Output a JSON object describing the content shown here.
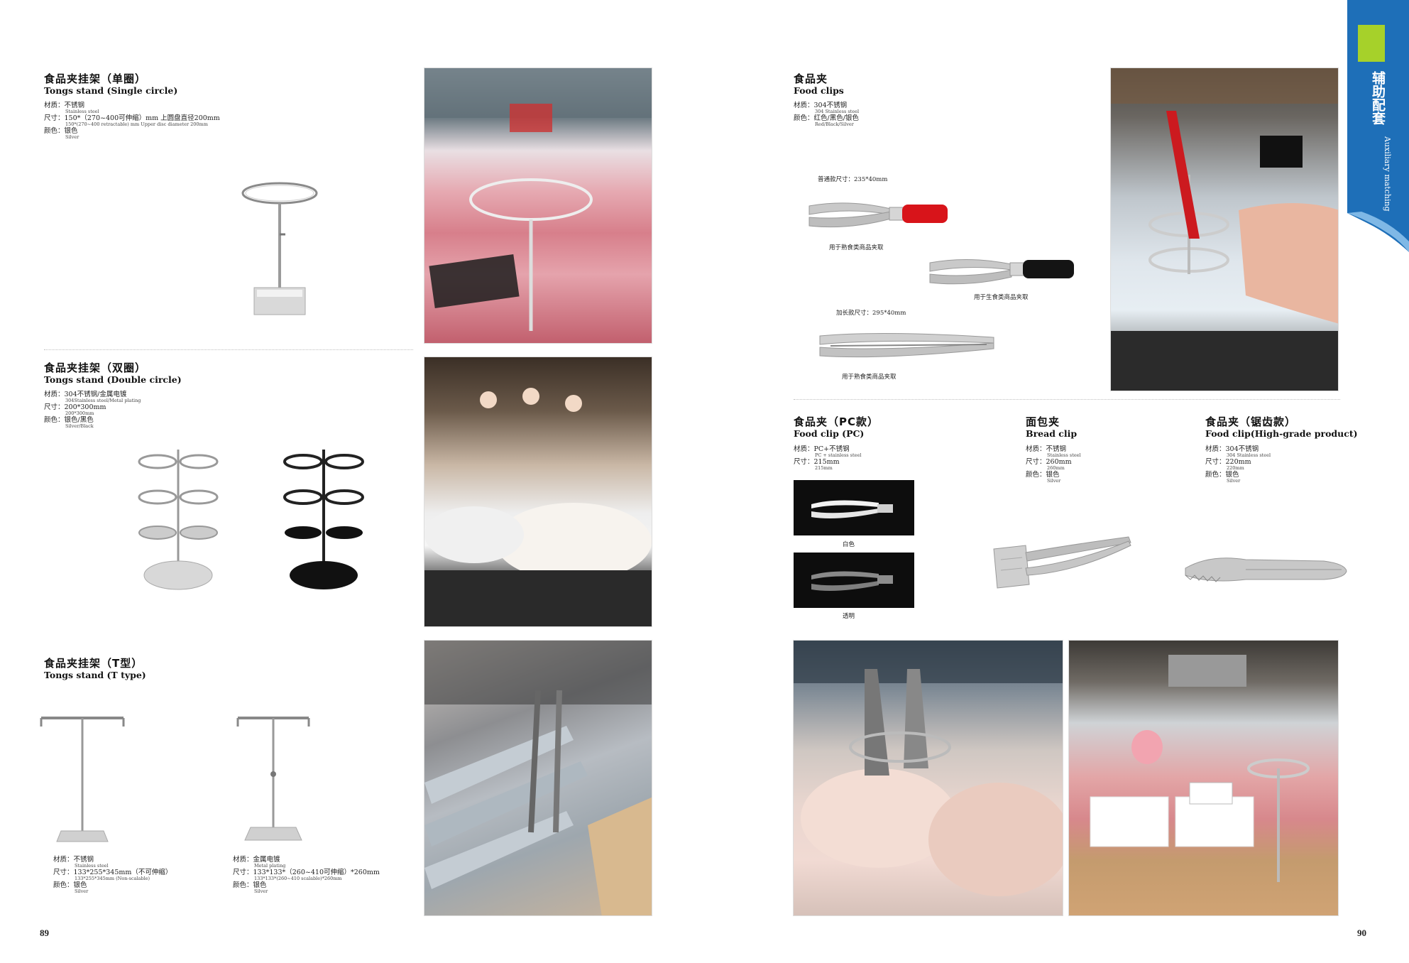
{
  "left_page": {
    "number": "89",
    "single": {
      "title_cn": "食品夹挂架（单圈）",
      "title_en": "Tongs stand (Single circle)",
      "material": "材质：不锈钢",
      "material_en": "Stainless steel",
      "size": "尺寸：150*（270~400可伸缩）mm  上圆盘直径200mm",
      "size_en": "150*(270~400 retractable) mm Upper disc diameter 200mm",
      "color": "颜色：银色",
      "color_en": "Silver"
    },
    "double": {
      "title_cn": "食品夹挂架（双圈）",
      "title_en": "Tongs stand (Double circle)",
      "material": "材质：304不锈钢/金属电镀",
      "material_en": "304Stainless steel/Metal plating",
      "size": "尺寸：200*300mm",
      "size_en": "200*300mm",
      "color": "颜色：银色/黑色",
      "color_en": "Silver/Black"
    },
    "ttype": {
      "title_cn": "食品夹挂架（T型）",
      "title_en": "Tongs stand (T type)",
      "a_material": "材质：不锈钢",
      "a_material_en": "Stainless steel",
      "a_size": "尺寸：133*255*345mm（不可伸缩）",
      "a_size_en": "133*255*345mm (Non-scalable)",
      "a_color": "颜色：银色",
      "a_color_en": "Silver",
      "b_material": "材质：金属电镀",
      "b_material_en": "Metal plating",
      "b_size": "尺寸：133*133*（260~410可伸缩）*260mm",
      "b_size_en": "133*133*(260~410 scalable)*260mm",
      "b_color": "颜色：银色",
      "b_color_en": "Silver"
    }
  },
  "right_page": {
    "number": "90",
    "tab": {
      "cn": "辅助配套",
      "en": "Auxiliary matching",
      "accent": "#a6d12a",
      "blue": "#1e6fb8"
    },
    "food_clips": {
      "title_cn": "食品夹",
      "title_en": "Food clips",
      "material": "材质：304不锈钢",
      "material_en": "304 Stainless steel",
      "color": "颜色：红色/黑色/银色",
      "color_en": "Red/Black/Silver",
      "normal_size": "普通款尺寸：235*40mm",
      "cap_cooked": "用于熟食类商品夹取",
      "cap_raw": "用于生食类商品夹取",
      "long_size": "加长款尺寸：295*40mm",
      "cap_cooked2": "用于熟食类商品夹取"
    },
    "pc": {
      "title_cn": "食品夹（PC款）",
      "title_en": "Food clip (PC)",
      "material": "材质：PC+不锈钢",
      "material_en": "PC + stainless steel",
      "size": "尺寸：215mm",
      "size_en": "215mm",
      "cap_white": "白色",
      "cap_clear": "透明"
    },
    "bread": {
      "title_cn": "面包夹",
      "title_en": "Bread clip",
      "material": "材质：不锈钢",
      "material_en": "Stainless steel",
      "size": "尺寸：260mm",
      "size_en": "260mm",
      "color": "颜色：银色",
      "color_en": "Silver"
    },
    "serrated": {
      "title_cn": "食品夹（锯齿款）",
      "title_en": "Food clip(High-grade product)",
      "material": "材质：304不锈钢",
      "material_en": "304 Stainless steel",
      "size": "尺寸：220mm",
      "size_en": "220mm",
      "color": "颜色：银色",
      "color_en": "Silver"
    }
  }
}
